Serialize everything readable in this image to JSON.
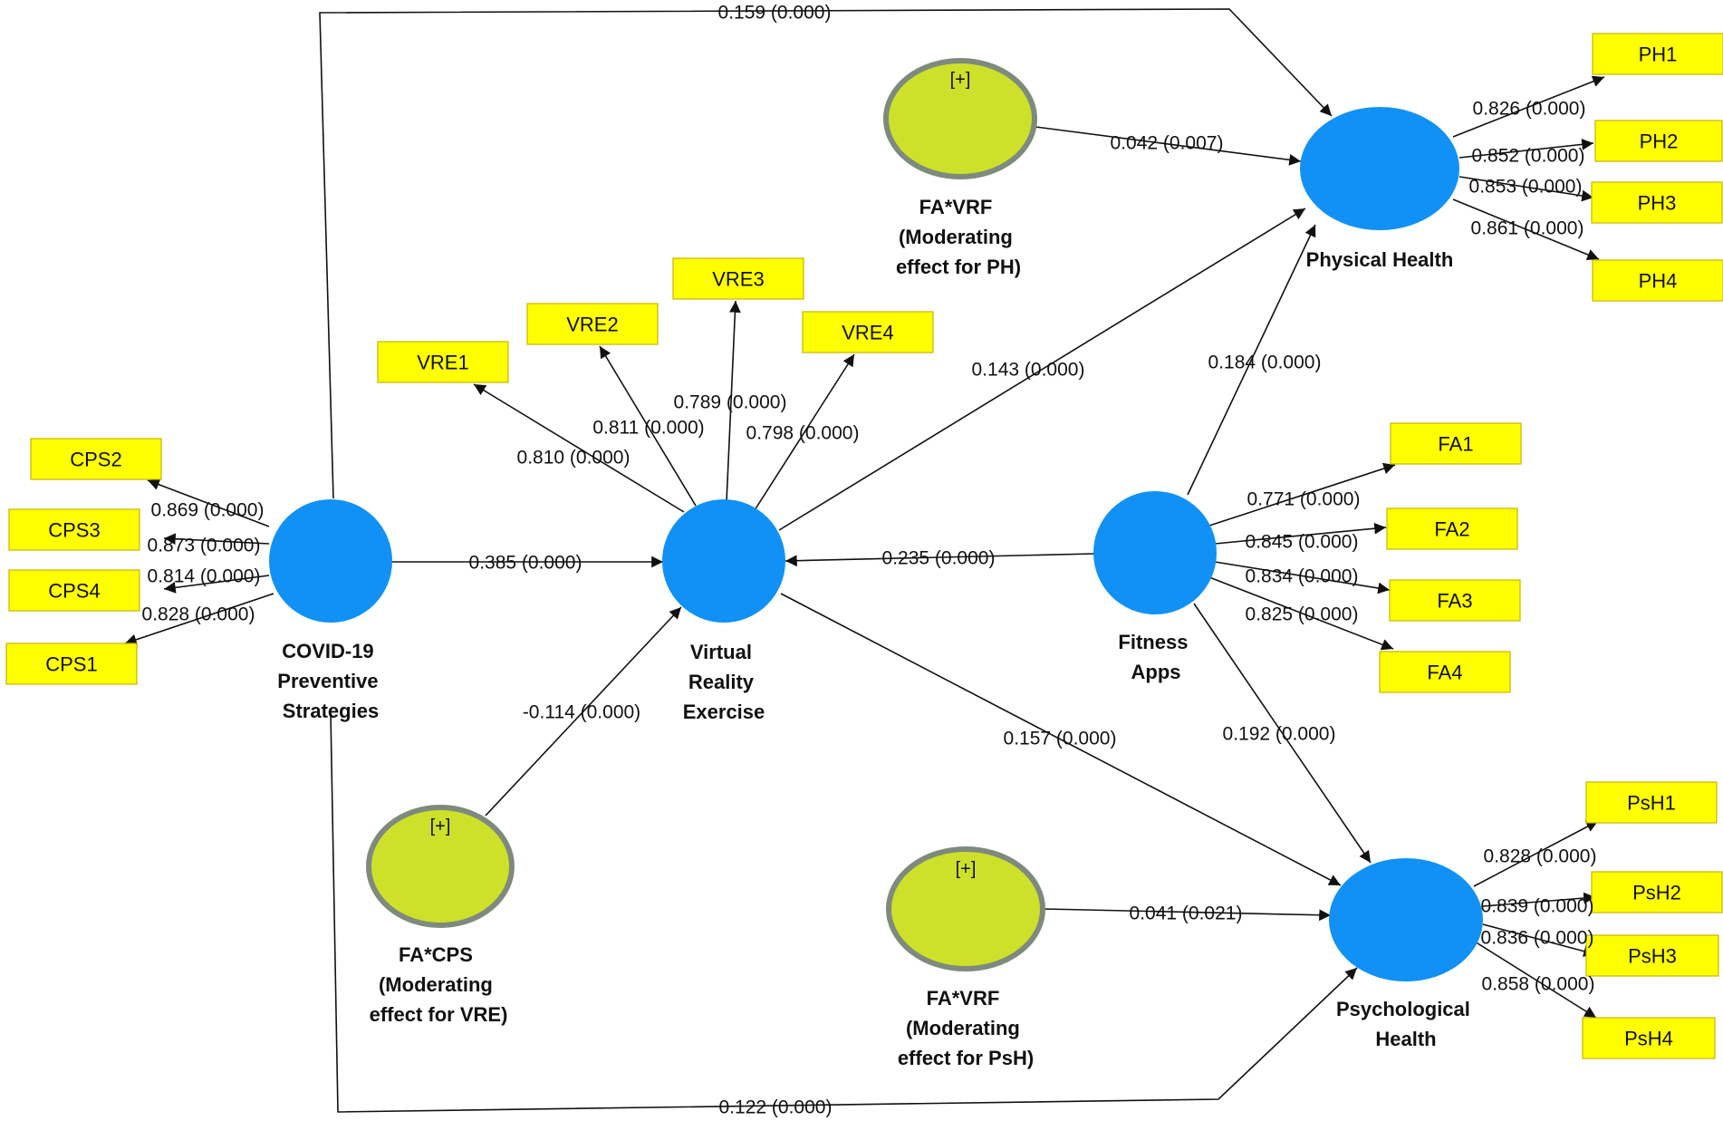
{
  "constructs": {
    "cps": {
      "name": "COVID-19 Preventive Strategies",
      "lines": [
        "COVID-19",
        "Preventive",
        "Strategies"
      ]
    },
    "vre": {
      "name": "Virtual Reality Exercise",
      "lines": [
        "Virtual",
        "Reality",
        "Exercise"
      ]
    },
    "fa": {
      "name": "Fitness Apps",
      "lines": [
        "Fitness",
        "Apps"
      ]
    },
    "ph": {
      "name": "Physical Health",
      "lines": [
        "Physical Health"
      ]
    },
    "psh": {
      "name": "Psychological Health",
      "lines": [
        "Psychological",
        "Health"
      ]
    }
  },
  "moderators": {
    "fa_vrf_ph": {
      "symbol": "[+]",
      "lines": [
        "FA*VRF",
        "(Moderating",
        "effect for PH)"
      ]
    },
    "fa_cps_vre": {
      "symbol": "[+]",
      "lines": [
        "FA*CPS",
        "(Moderating",
        "effect for VRE)"
      ]
    },
    "fa_vrf_psh": {
      "symbol": "[+]",
      "lines": [
        "FA*VRF",
        "(Moderating",
        "effect for PsH)"
      ]
    }
  },
  "indicators": {
    "cps": [
      {
        "id": "CPS2",
        "loading": "0.869 (0.000)"
      },
      {
        "id": "CPS3",
        "loading": "0.873 (0.000)"
      },
      {
        "id": "CPS4",
        "loading": "0.814 (0.000)"
      },
      {
        "id": "CPS1",
        "loading": "0.828 (0.000)"
      }
    ],
    "vre": [
      {
        "id": "VRE1",
        "loading": "0.810 (0.000)"
      },
      {
        "id": "VRE2",
        "loading": "0.811 (0.000)"
      },
      {
        "id": "VRE3",
        "loading": "0.789 (0.000)"
      },
      {
        "id": "VRE4",
        "loading": "0.798 (0.000)"
      }
    ],
    "fa": [
      {
        "id": "FA1",
        "loading": "0.771 (0.000)"
      },
      {
        "id": "FA2",
        "loading": "0.845 (0.000)"
      },
      {
        "id": "FA3",
        "loading": "0.834 (0.000)"
      },
      {
        "id": "FA4",
        "loading": "0.825 (0.000)"
      }
    ],
    "ph": [
      {
        "id": "PH1",
        "loading": "0.826 (0.000)"
      },
      {
        "id": "PH2",
        "loading": "0.852 (0.000)"
      },
      {
        "id": "PH3",
        "loading": "0.853 (0.000)"
      },
      {
        "id": "PH4",
        "loading": "0.861 (0.000)"
      }
    ],
    "psh": [
      {
        "id": "PsH1",
        "loading": "0.828 (0.000)"
      },
      {
        "id": "PsH2",
        "loading": "0.839 (0.000)"
      },
      {
        "id": "PsH3",
        "loading": "0.836 (0.000)"
      },
      {
        "id": "PsH4",
        "loading": "0.858 (0.000)"
      }
    ]
  },
  "paths": {
    "cps_to_ph": "0.159 (0.000)",
    "cps_to_vre": "0.385 (0.000)",
    "cps_to_psh": "0.122 (0.000)",
    "vre_to_ph": "0.143 (0.000)",
    "vre_to_psh": "0.157 (0.000)",
    "fa_to_vre": "0.235 (0.000)",
    "fa_to_ph": "0.184 (0.000)",
    "fa_to_psh": "0.192 (0.000)",
    "mod_ph": "0.042 (0.007)",
    "mod_vre": "-0.114 (0.000)",
    "mod_psh": "0.041 (0.021)"
  },
  "colors": {
    "construct": "#1191f5",
    "moderator": "#cde12a",
    "moderator_border": "#7e8a7e",
    "indicator": "#ffff00"
  }
}
